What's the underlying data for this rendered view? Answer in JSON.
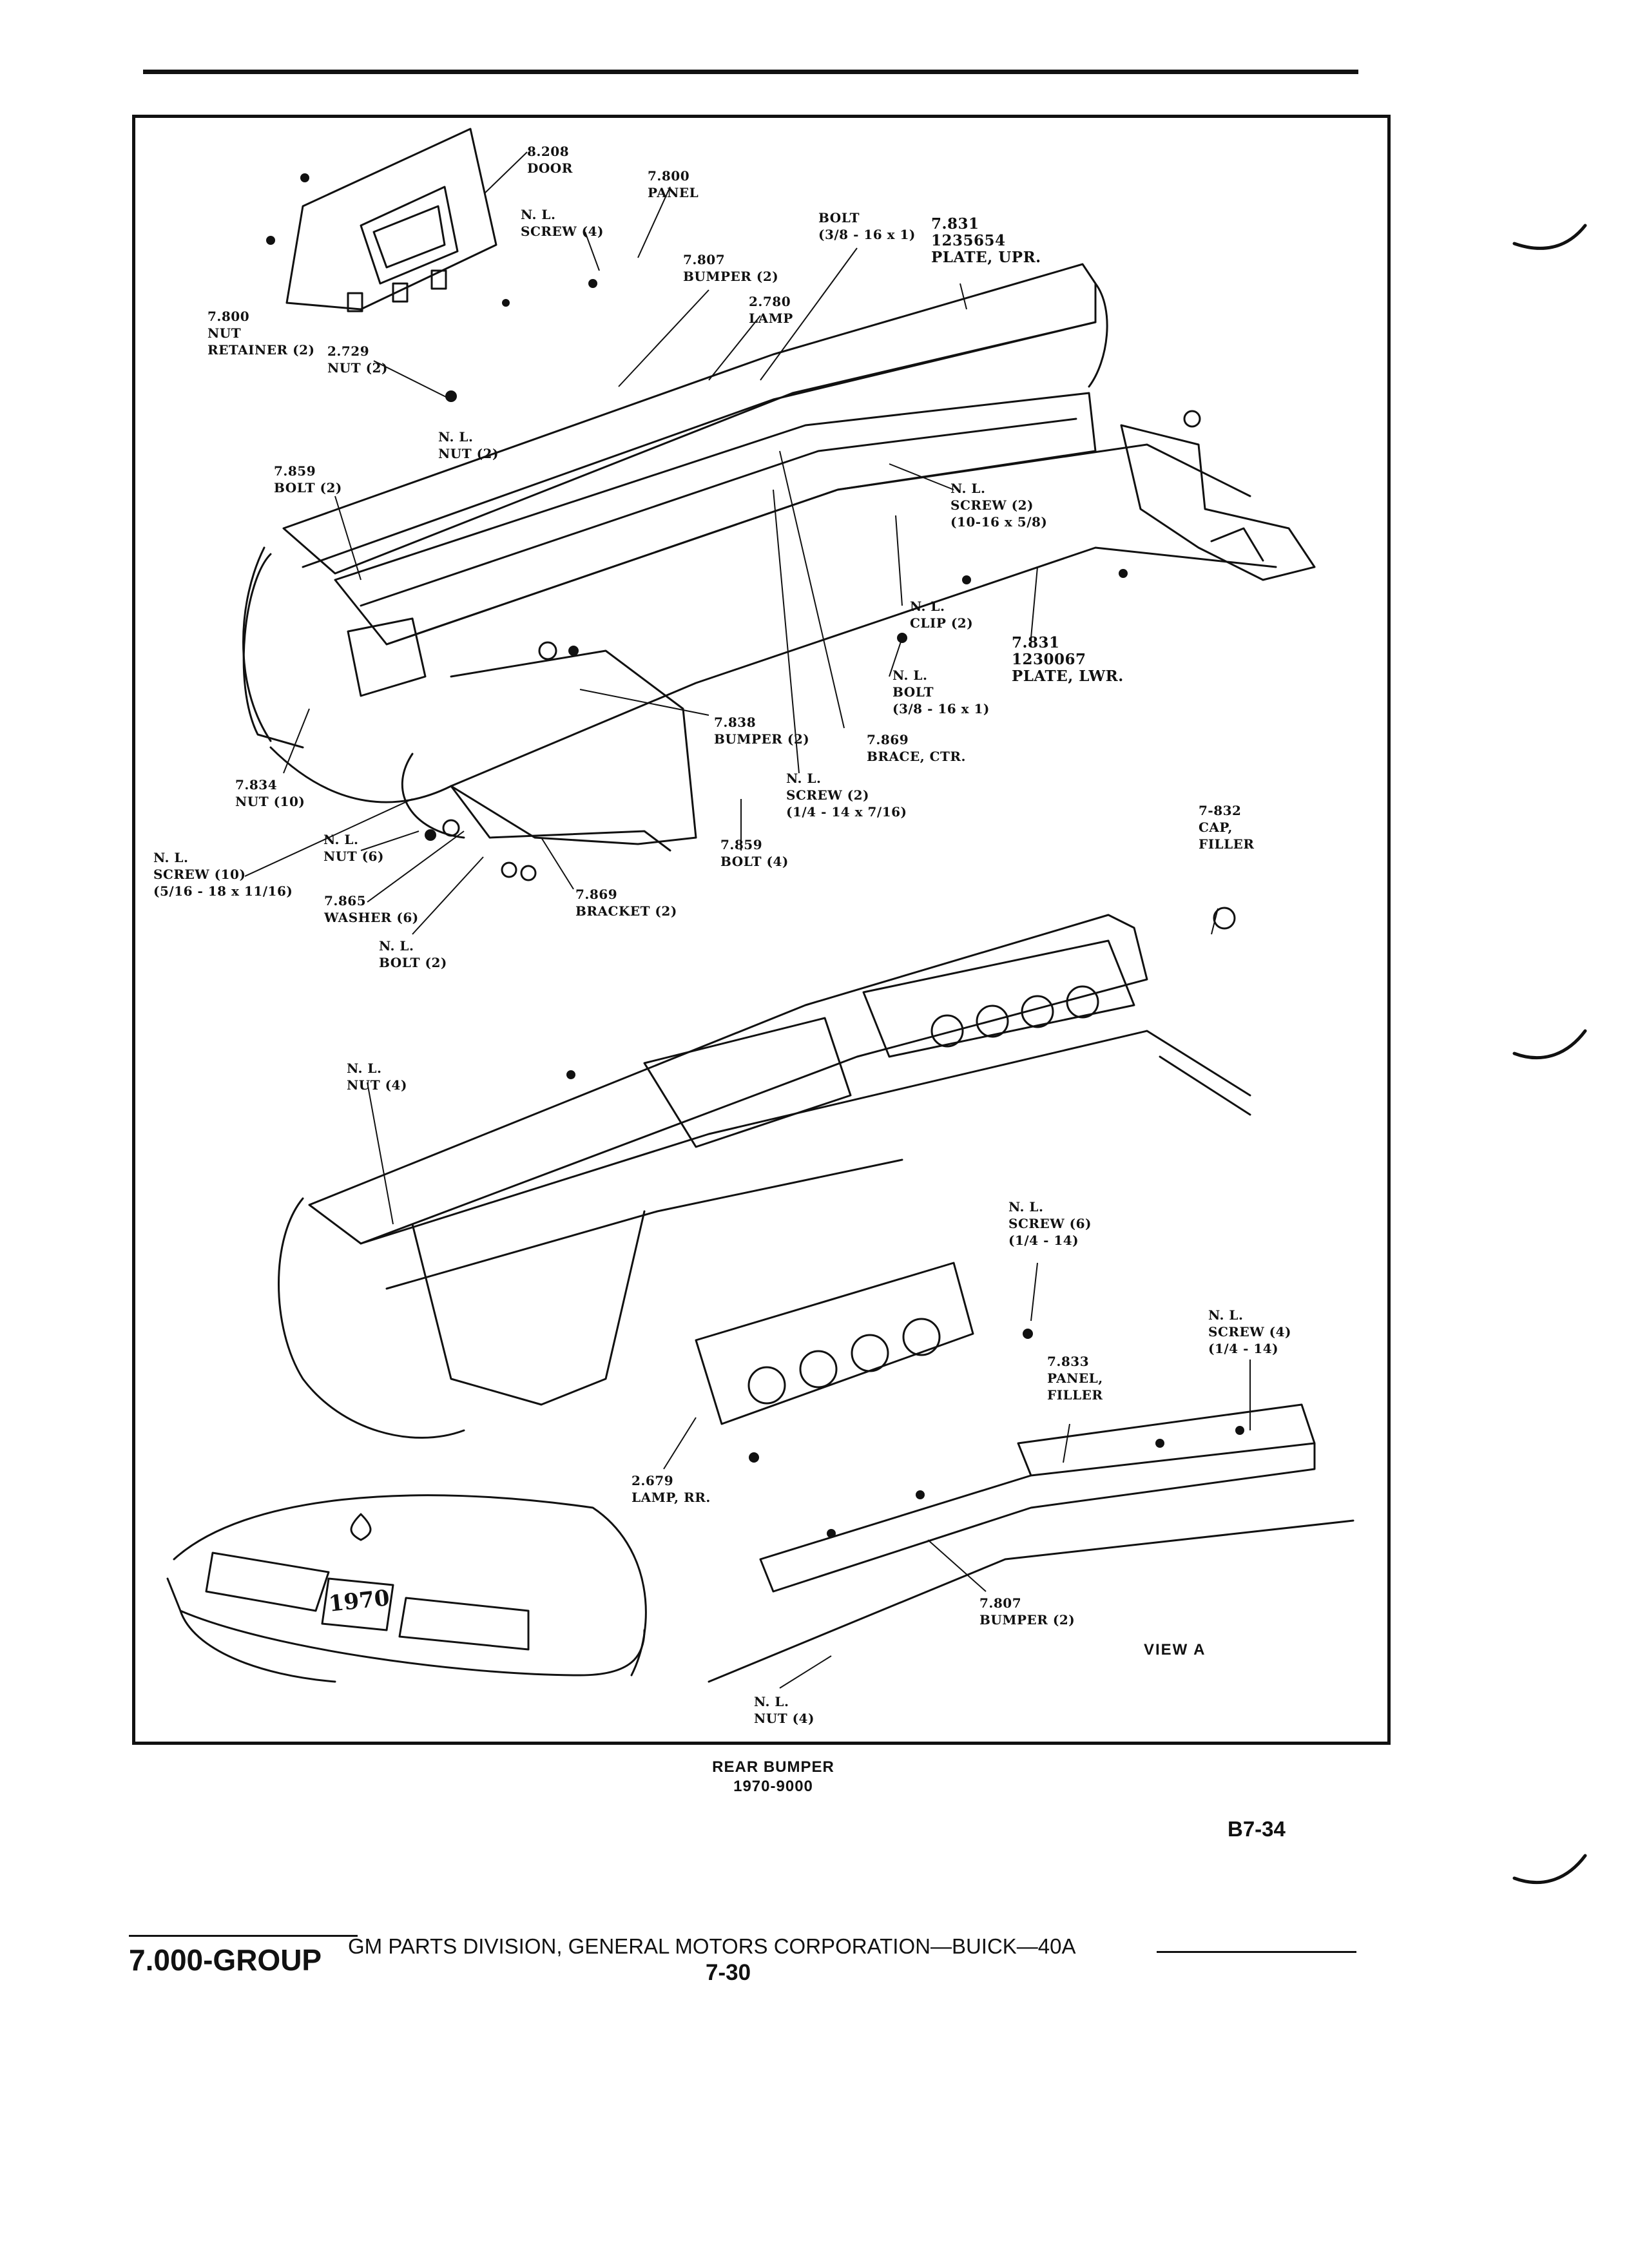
{
  "callouts": {
    "c01": [
      "8.208",
      "DOOR"
    ],
    "c02": [
      "7.800",
      "PANEL"
    ],
    "c03": [
      "N. L.",
      "SCREW (4)"
    ],
    "c04": [
      "BOLT",
      "(3/8 - 16 x 1)"
    ],
    "c05": [
      "7.831",
      "1235654",
      "PLATE, UPR."
    ],
    "c06": [
      "7.807",
      "BUMPER (2)"
    ],
    "c07": [
      "2.780",
      "LAMP"
    ],
    "c08": [
      "7.800",
      "NUT",
      "RETAINER (2)"
    ],
    "c09": [
      "2.729",
      "NUT (2)"
    ],
    "c10": [
      "N. L.",
      "NUT (2)"
    ],
    "c11": [
      "7.859",
      "BOLT (2)"
    ],
    "c12": [
      "N. L.",
      "SCREW (2)",
      "(10-16 x 5/8)"
    ],
    "c13": [
      "N. L.",
      "CLIP (2)"
    ],
    "c14": [
      "7.831",
      "1230067",
      "PLATE, LWR."
    ],
    "c15": [
      "N. L.",
      "BOLT",
      "(3/8 - 16 x 1)"
    ],
    "c16": [
      "7.838",
      "BUMPER (2)"
    ],
    "c17": [
      "7.869",
      "BRACE, CTR."
    ],
    "c18": [
      "7.834",
      "NUT (10)"
    ],
    "c19": [
      "N. L.",
      "SCREW (2)",
      "(1/4 - 14 x 7/16)"
    ],
    "c20": [
      "7-832",
      "CAP,",
      "FILLER"
    ],
    "c21": [
      "N. L.",
      "SCREW (10)",
      "(5/16 - 18 x 11/16)"
    ],
    "c22": [
      "N. L.",
      "NUT (6)"
    ],
    "c23": [
      "7.859",
      "BOLT (4)"
    ],
    "c24": [
      "7.865",
      "WASHER (6)"
    ],
    "c25": [
      "7.869",
      "BRACKET (2)"
    ],
    "c26": [
      "N. L.",
      "BOLT (2)"
    ],
    "c27": [
      "N. L.",
      "NUT (4)"
    ],
    "c28": [
      "N. L.",
      "SCREW (6)",
      "(1/4 - 14)"
    ],
    "c29": [
      "N. L.",
      "SCREW (4)",
      "(1/4 - 14)"
    ],
    "c30": [
      "7.833",
      "PANEL,",
      "FILLER"
    ],
    "c31": [
      "2.679",
      "LAMP, RR."
    ],
    "c32": [
      "7.807",
      "BUMPER (2)"
    ],
    "c33": [
      "VIEW A"
    ],
    "c34": [
      "N. L.",
      "NUT (4)"
    ]
  },
  "caption": {
    "line1": "REAR BUMPER",
    "line2": "1970-9000"
  },
  "figure_code": "B7-34",
  "trim_plate": "1970",
  "footer": {
    "group": "7.000-GROUP",
    "division": "GM PARTS DIVISION, GENERAL MOTORS CORPORATION—BUICK—40A",
    "page": "7-30"
  }
}
